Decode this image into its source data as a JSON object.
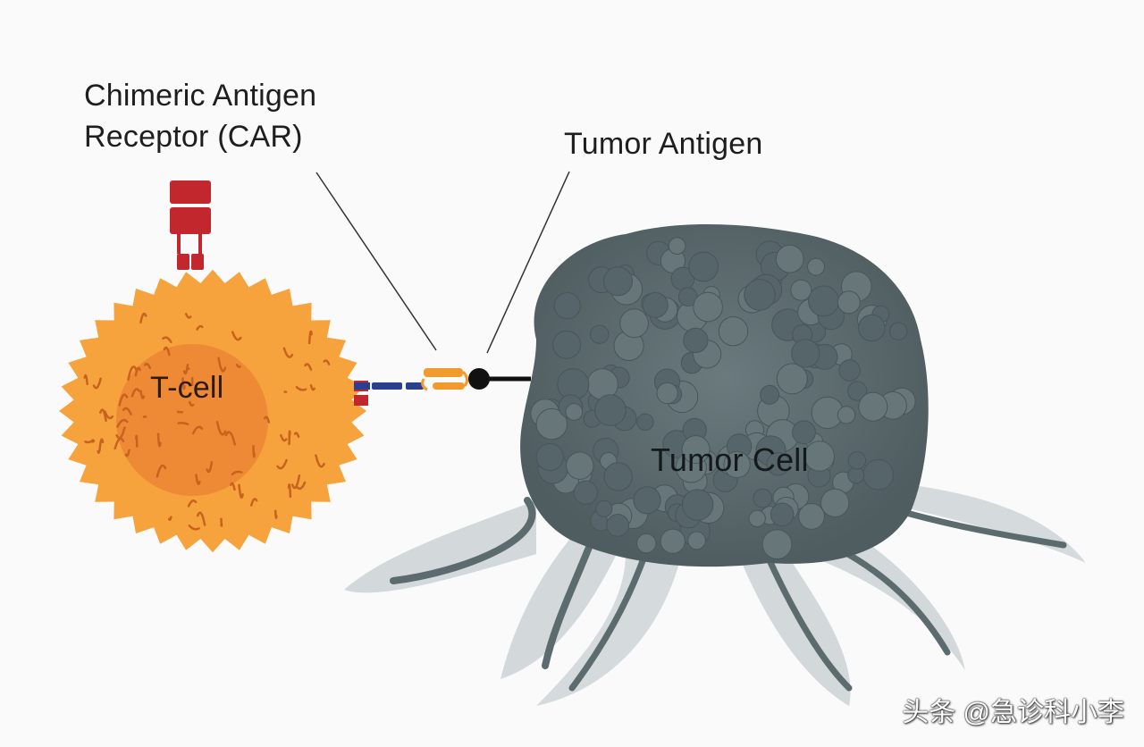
{
  "labels": {
    "car_line1": "Chimeric Antigen",
    "car_line2": "Receptor (CAR)",
    "tumor_antigen": "Tumor Antigen",
    "t_cell": "T-cell",
    "tumor_cell": "Tumor Cell"
  },
  "watermark": "头条 @急诊科小李",
  "colors": {
    "background": "#fafafa",
    "t_cell_outer": "#f6a33d",
    "t_cell_nucleus": "#ee8a35",
    "tumor_cell": "#5c6b6e",
    "tumor_shadow": "#d3d8da",
    "car_red": "#c1272d",
    "car_blue": "#2b3f8f",
    "car_orange": "#f39a2e",
    "antigen_black": "#111111"
  }
}
